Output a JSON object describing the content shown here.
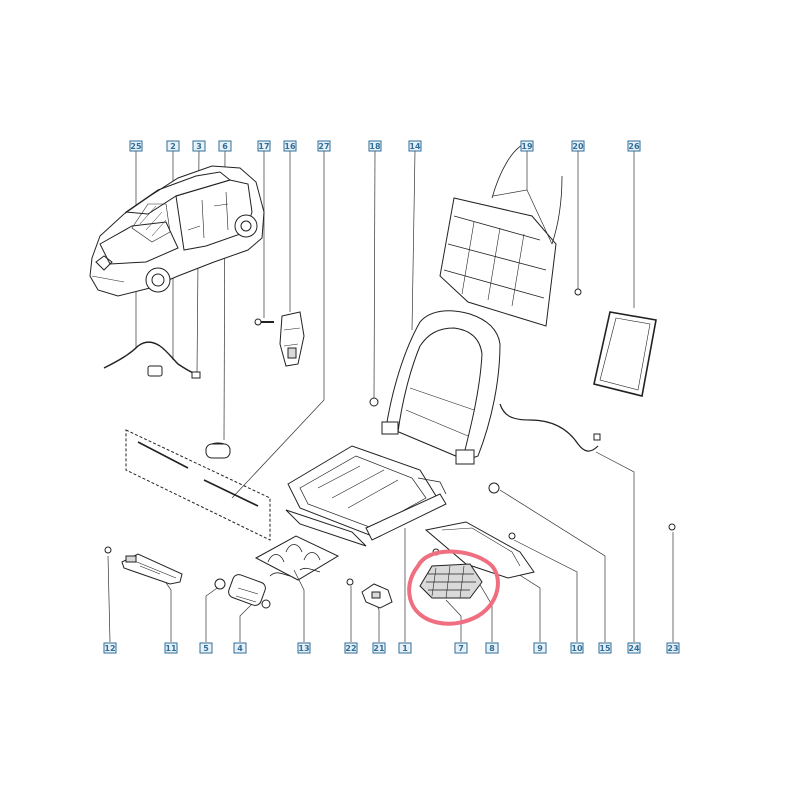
{
  "diagram": {
    "highlight_color": "#ef6f80",
    "callout_color": "#2f6e98",
    "highlighted_part": "7",
    "top_callouts": [
      "25",
      "2",
      "3",
      "6",
      "17",
      "16",
      "27",
      "18",
      "14",
      "19",
      "20",
      "26"
    ],
    "bottom_callouts": [
      "12",
      "11",
      "5",
      "4",
      "13",
      "22",
      "21",
      "1",
      "7",
      "8",
      "9",
      "10",
      "15",
      "24",
      "23"
    ]
  }
}
